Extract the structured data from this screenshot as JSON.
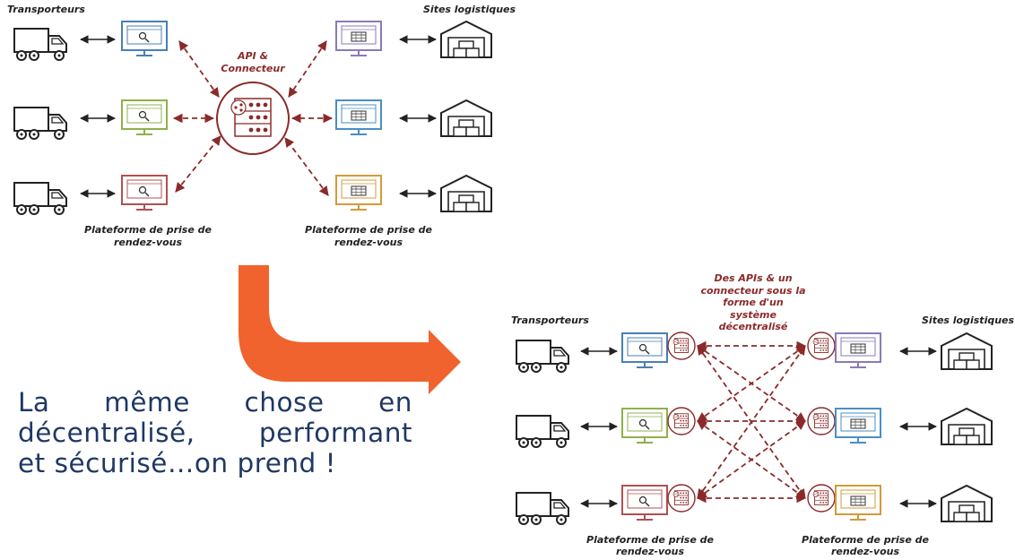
{
  "top": {
    "title_left": "Transporteurs",
    "title_right": "Sites logistiques",
    "hub_label_1": "API &",
    "hub_label_2": "Connecteur",
    "platform_left_1": "Plateforme de prise de",
    "platform_left_2": "rendez-vous",
    "platform_right_1": "Plateforme de prise de",
    "platform_right_2": "rendez-vous"
  },
  "bottom": {
    "title_left": "Transporteurs",
    "title_right": "Sites logistiques",
    "note_1": "Des APIs & un",
    "note_2": "connecteur sous la",
    "note_3": "forme d'un",
    "note_4": "système",
    "note_5": "décentralisé",
    "platform_left_1": "Plateforme de prise de",
    "platform_left_2": "rendez-vous",
    "platform_right_1": "Plateforme de prise de",
    "platform_right_2": "rendez-vous"
  },
  "slogan": {
    "line1": "La même chose en",
    "line2": "décentralisé, performant",
    "line3": "et sécurisé…on prend !"
  },
  "colors": {
    "slogan": "#1f3864",
    "arrow": "#f0632e",
    "connector": "#8b2a2a",
    "monitor_left": [
      "#4a7fb5",
      "#8fb04a",
      "#b05050"
    ],
    "monitor_right": [
      "#8a7ab8",
      "#4a8ec4",
      "#d49a3a"
    ]
  },
  "icons": [
    "truck-icon",
    "monitor-search-icon",
    "monitor-calendar-icon",
    "server-hub-icon",
    "warehouse-icon"
  ]
}
